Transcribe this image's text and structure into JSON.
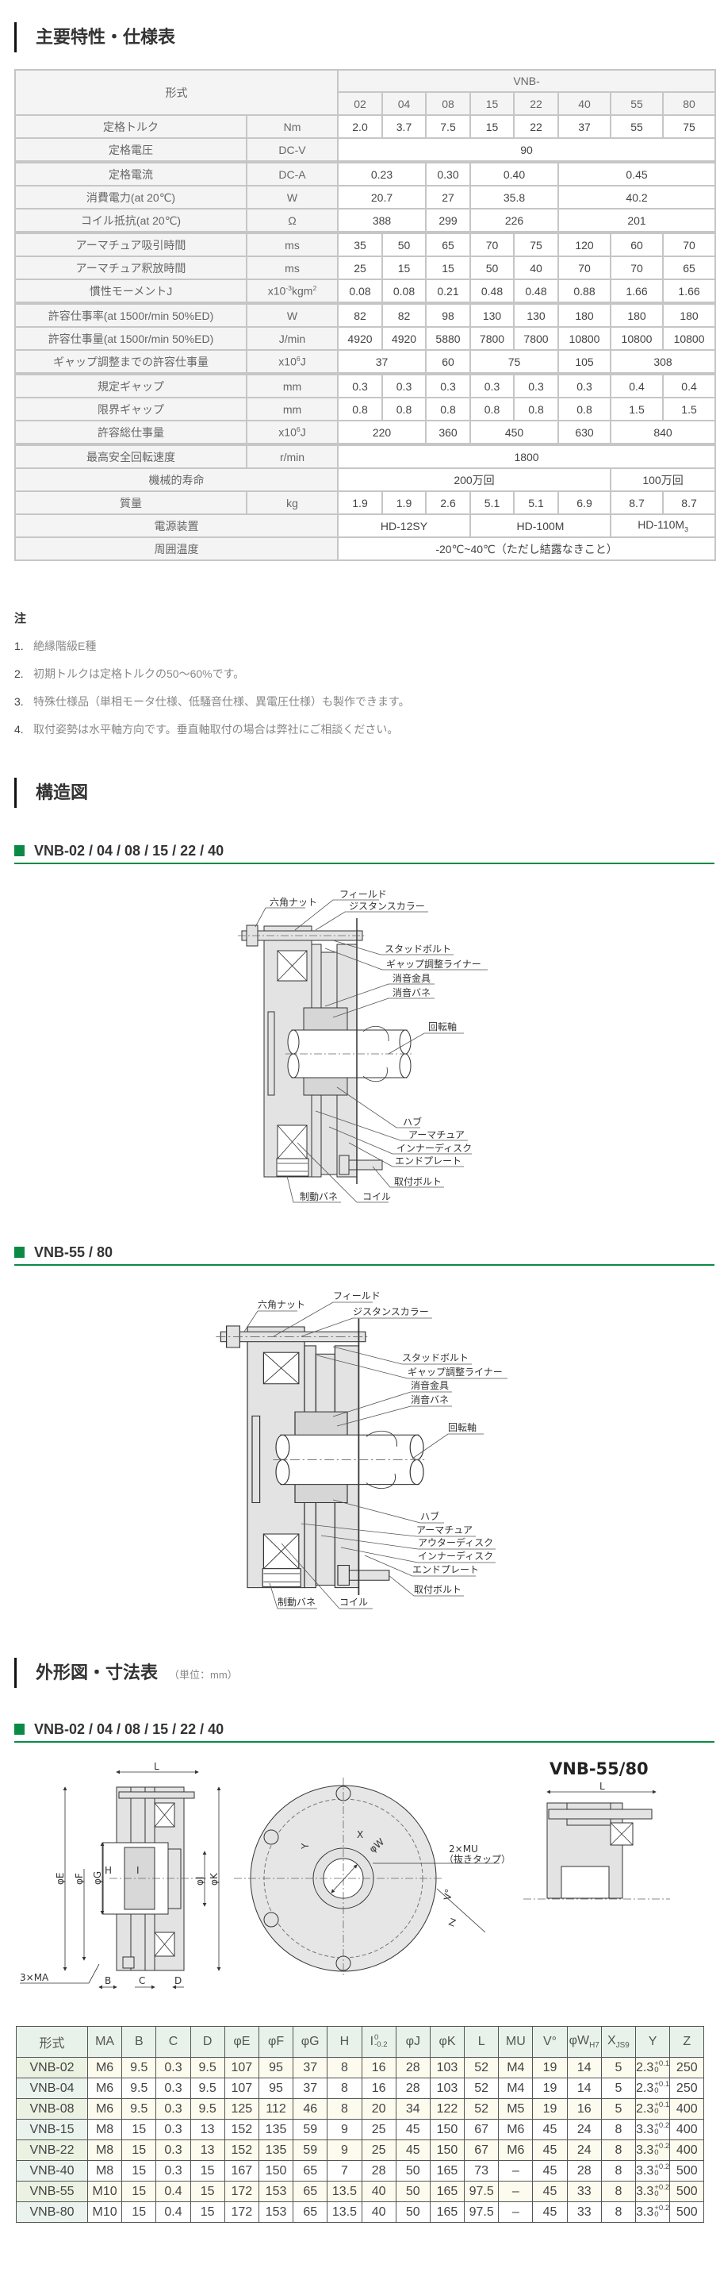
{
  "spec": {
    "title": "主要特性・仕様表",
    "model_label": "形式",
    "series_label": "VNB-",
    "sizes": [
      "02",
      "04",
      "08",
      "15",
      "22",
      "40",
      "55",
      "80"
    ],
    "rows": [
      {
        "label": "定格トルク",
        "unit": "Nm",
        "cells": [
          {
            "v": "2.0"
          },
          {
            "v": "3.7"
          },
          {
            "v": "7.5"
          },
          {
            "v": "15"
          },
          {
            "v": "22"
          },
          {
            "v": "37"
          },
          {
            "v": "55"
          },
          {
            "v": "75"
          }
        ]
      },
      {
        "label": "定格電圧",
        "unit": "DC-V",
        "cells": [
          {
            "v": "90",
            "span": 8
          }
        ]
      },
      {
        "label": "定格電流",
        "unit": "DC-A",
        "cells": [
          {
            "v": "0.23",
            "span": 2
          },
          {
            "v": "0.30"
          },
          {
            "v": "0.40",
            "span": 2
          },
          {
            "v": "0.45",
            "span": 3
          }
        ]
      },
      {
        "label": "消費電力(at 20℃)",
        "unit": "W",
        "cells": [
          {
            "v": "20.7",
            "span": 2
          },
          {
            "v": "27"
          },
          {
            "v": "35.8",
            "span": 2
          },
          {
            "v": "40.2",
            "span": 3
          }
        ]
      },
      {
        "label": "コイル抵抗(at 20℃)",
        "unit": "Ω",
        "cells": [
          {
            "v": "388",
            "span": 2
          },
          {
            "v": "299"
          },
          {
            "v": "226",
            "span": 2
          },
          {
            "v": "201",
            "span": 3
          }
        ]
      },
      {
        "label": "アーマチュア吸引時間",
        "unit": "ms",
        "cells": [
          {
            "v": "35"
          },
          {
            "v": "50"
          },
          {
            "v": "65"
          },
          {
            "v": "70"
          },
          {
            "v": "75"
          },
          {
            "v": "120"
          },
          {
            "v": "60"
          },
          {
            "v": "70"
          }
        ]
      },
      {
        "label": "アーマチュア釈放時間",
        "unit": "ms",
        "cells": [
          {
            "v": "25"
          },
          {
            "v": "15"
          },
          {
            "v": "15"
          },
          {
            "v": "50"
          },
          {
            "v": "40"
          },
          {
            "v": "70"
          },
          {
            "v": "70"
          },
          {
            "v": "65"
          }
        ]
      },
      {
        "label": "慣性モーメントJ",
        "unit": {
          "v": "x10",
          "sup": "-3",
          "v2": "kgm",
          "sup2": "2"
        },
        "cells": [
          {
            "v": "0.08"
          },
          {
            "v": "0.08"
          },
          {
            "v": "0.21"
          },
          {
            "v": "0.48"
          },
          {
            "v": "0.48"
          },
          {
            "v": "0.88"
          },
          {
            "v": "1.66"
          },
          {
            "v": "1.66"
          }
        ]
      },
      {
        "label": "許容仕事率(at 1500r/min 50%ED)",
        "unit": "W",
        "cells": [
          {
            "v": "82"
          },
          {
            "v": "82"
          },
          {
            "v": "98"
          },
          {
            "v": "130"
          },
          {
            "v": "130"
          },
          {
            "v": "180"
          },
          {
            "v": "180"
          },
          {
            "v": "180"
          }
        ]
      },
      {
        "label": "許容仕事量(at 1500r/min 50%ED)",
        "unit": "J/min",
        "cells": [
          {
            "v": "4920"
          },
          {
            "v": "4920"
          },
          {
            "v": "5880"
          },
          {
            "v": "7800"
          },
          {
            "v": "7800"
          },
          {
            "v": "10800"
          },
          {
            "v": "10800"
          },
          {
            "v": "10800"
          }
        ]
      },
      {
        "label": "ギャップ調整までの許容仕事量",
        "unit": {
          "v": "x10",
          "sup": "6",
          "v2": "J"
        },
        "cells": [
          {
            "v": "37",
            "span": 2
          },
          {
            "v": "60"
          },
          {
            "v": "75",
            "span": 2
          },
          {
            "v": "105"
          },
          {
            "v": "308",
            "span": 2
          }
        ]
      },
      {
        "label": "規定ギャップ",
        "unit": "mm",
        "cells": [
          {
            "v": "0.3"
          },
          {
            "v": "0.3"
          },
          {
            "v": "0.3"
          },
          {
            "v": "0.3"
          },
          {
            "v": "0.3"
          },
          {
            "v": "0.3"
          },
          {
            "v": "0.4"
          },
          {
            "v": "0.4"
          }
        ]
      },
      {
        "label": "限界ギャップ",
        "unit": "mm",
        "cells": [
          {
            "v": "0.8"
          },
          {
            "v": "0.8"
          },
          {
            "v": "0.8"
          },
          {
            "v": "0.8"
          },
          {
            "v": "0.8"
          },
          {
            "v": "0.8"
          },
          {
            "v": "1.5"
          },
          {
            "v": "1.5"
          }
        ]
      },
      {
        "label": "許容総仕事量",
        "unit": {
          "v": "x10",
          "sup": "6",
          "v2": "J"
        },
        "cells": [
          {
            "v": "220",
            "span": 2
          },
          {
            "v": "360"
          },
          {
            "v": "450",
            "span": 2
          },
          {
            "v": "630"
          },
          {
            "v": "840",
            "span": 2
          }
        ]
      },
      {
        "label": "最高安全回転速度",
        "unit": "r/min",
        "cells": [
          {
            "v": "1800",
            "span": 8
          }
        ]
      },
      {
        "label": "機械的寿命",
        "cells": [
          {
            "v": "200万回",
            "span": 6
          },
          {
            "v": "100万回",
            "span": 2
          }
        ]
      },
      {
        "label": "質量",
        "unit": "kg",
        "cells": [
          {
            "v": "1.9"
          },
          {
            "v": "1.9"
          },
          {
            "v": "2.6"
          },
          {
            "v": "5.1"
          },
          {
            "v": "5.1"
          },
          {
            "v": "6.9"
          },
          {
            "v": "8.7"
          },
          {
            "v": "8.7"
          }
        ]
      },
      {
        "label": "電源装置",
        "cells": [
          {
            "v": "HD-12SY",
            "span": 3
          },
          {
            "v": "HD-100M",
            "span": 3
          },
          {
            "v": "HD-110M",
            "sub": "3",
            "span": 2
          }
        ]
      },
      {
        "label": "周囲温度",
        "cells": [
          {
            "v": "-20℃~40℃（ただし結露なきこと）",
            "span": 8
          }
        ]
      }
    ]
  },
  "notes": {
    "title": "注",
    "items": [
      {
        "num": "1.",
        "text": "絶縁階級E種"
      },
      {
        "num": "2.",
        "text": "初期トルクは定格トルクの50～60%です。"
      },
      {
        "num": "3.",
        "text": "特殊仕様品（単相モータ仕様、低騒音仕様、異電圧仕様）も製作できます。"
      },
      {
        "num": "4.",
        "text": "取付姿勢は水平軸方向です。垂直軸取付の場合は弊社にご相談ください。"
      }
    ]
  },
  "structure": {
    "title": "構造図",
    "sub1": "VNB-02 / 04 / 08 / 15 / 22 / 40",
    "sub2": "VNB-55 / 80",
    "labels": {
      "hex_nut": "六角ナット",
      "field": "フィールド",
      "distance_collar": "ジスタンスカラー",
      "stud_bolt": "スタッドボルト",
      "gap_liner": "ギャップ調整ライナー",
      "silencer_bracket": "消音金具",
      "silencer_spring": "消音バネ",
      "shaft": "回転軸",
      "hub": "ハブ",
      "armature": "アーマチュア",
      "outer_disc": "アウターディスク",
      "inner_disc": "インナーディスク",
      "end_plate": "エンドプレート",
      "mount_bolt": "取付ボルト",
      "brake_spring": "制動バネ",
      "coil": "コイル"
    }
  },
  "dimensions": {
    "title": "外形図・寸法表",
    "unit": "（単位：mm）",
    "sub": "VNB-02 / 04 / 08 / 15 / 22 / 40",
    "alt_title": "VNB-55/80",
    "fig": {
      "L": "L",
      "E": "φE",
      "F": "φF",
      "G": "φG",
      "H": "H",
      "I": "I",
      "J": "φJ",
      "K": "φK",
      "MA": "3×MA",
      "B": "B",
      "C": "C",
      "D": "D",
      "X": "X",
      "Y": "Y",
      "W": "φW",
      "MU": "2×MU",
      "tap": "（抜きタップ）",
      "V": "V°",
      "Z": "Z"
    },
    "headers": [
      "形式",
      "MA",
      "B",
      "C",
      "D",
      "φE",
      "φF",
      "φG",
      "H",
      {
        "v": "I",
        "sup": "0",
        "sub": "-0.2"
      },
      "φJ",
      "φK",
      "L",
      "MU",
      "V°",
      {
        "v": "φW",
        "sub": "H7"
      },
      {
        "v": "X",
        "sub": "JS9"
      },
      "Y",
      "Z"
    ],
    "rows": [
      [
        "VNB-02",
        "M6",
        "9.5",
        "0.3",
        "9.5",
        "107",
        "95",
        "37",
        "8",
        "16",
        "28",
        "103",
        "52",
        "M4",
        "19",
        "14",
        "5",
        {
          "v": "2.3",
          "sup": "+0.1",
          "sub": "0"
        },
        "250"
      ],
      [
        "VNB-04",
        "M6",
        "9.5",
        "0.3",
        "9.5",
        "107",
        "95",
        "37",
        "8",
        "16",
        "28",
        "103",
        "52",
        "M4",
        "19",
        "14",
        "5",
        {
          "v": "2.3",
          "sup": "+0.1",
          "sub": "0"
        },
        "250"
      ],
      [
        "VNB-08",
        "M6",
        "9.5",
        "0.3",
        "9.5",
        "125",
        "112",
        "46",
        "8",
        "20",
        "34",
        "122",
        "52",
        "M5",
        "19",
        "16",
        "5",
        {
          "v": "2.3",
          "sup": "+0.1",
          "sub": "0"
        },
        "400"
      ],
      [
        "VNB-15",
        "M8",
        "15",
        "0.3",
        "13",
        "152",
        "135",
        "59",
        "9",
        "25",
        "45",
        "150",
        "67",
        "M6",
        "45",
        "24",
        "8",
        {
          "v": "3.3",
          "sup": "+0.2",
          "sub": "0"
        },
        "400"
      ],
      [
        "VNB-22",
        "M8",
        "15",
        "0.3",
        "13",
        "152",
        "135",
        "59",
        "9",
        "25",
        "45",
        "150",
        "67",
        "M6",
        "45",
        "24",
        "8",
        {
          "v": "3.3",
          "sup": "+0.2",
          "sub": "0"
        },
        "400"
      ],
      [
        "VNB-40",
        "M8",
        "15",
        "0.3",
        "15",
        "167",
        "150",
        "65",
        "7",
        "28",
        "50",
        "165",
        "73",
        "–",
        "45",
        "28",
        "8",
        {
          "v": "3.3",
          "sup": "+0.2",
          "sub": "0"
        },
        "500"
      ],
      [
        "VNB-55",
        "M10",
        "15",
        "0.4",
        "15",
        "172",
        "153",
        "65",
        "13.5",
        "40",
        "50",
        "165",
        "97.5",
        "–",
        "45",
        "33",
        "8",
        {
          "v": "3.3",
          "sup": "+0.2",
          "sub": "0"
        },
        "500"
      ],
      [
        "VNB-80",
        "M10",
        "15",
        "0.4",
        "15",
        "172",
        "153",
        "65",
        "13.5",
        "40",
        "50",
        "165",
        "97.5",
        "–",
        "45",
        "33",
        "8",
        {
          "v": "3.3",
          "sup": "+0.2",
          "sub": "0"
        },
        "500"
      ]
    ]
  },
  "colors": {
    "accent": "#0b8a45",
    "table_border": "#c6c6c6",
    "label_bg": "#f4f4f4",
    "dim_header_bg": "#e8f2ea",
    "dim_row_alt_bg": "#fdfbee"
  }
}
